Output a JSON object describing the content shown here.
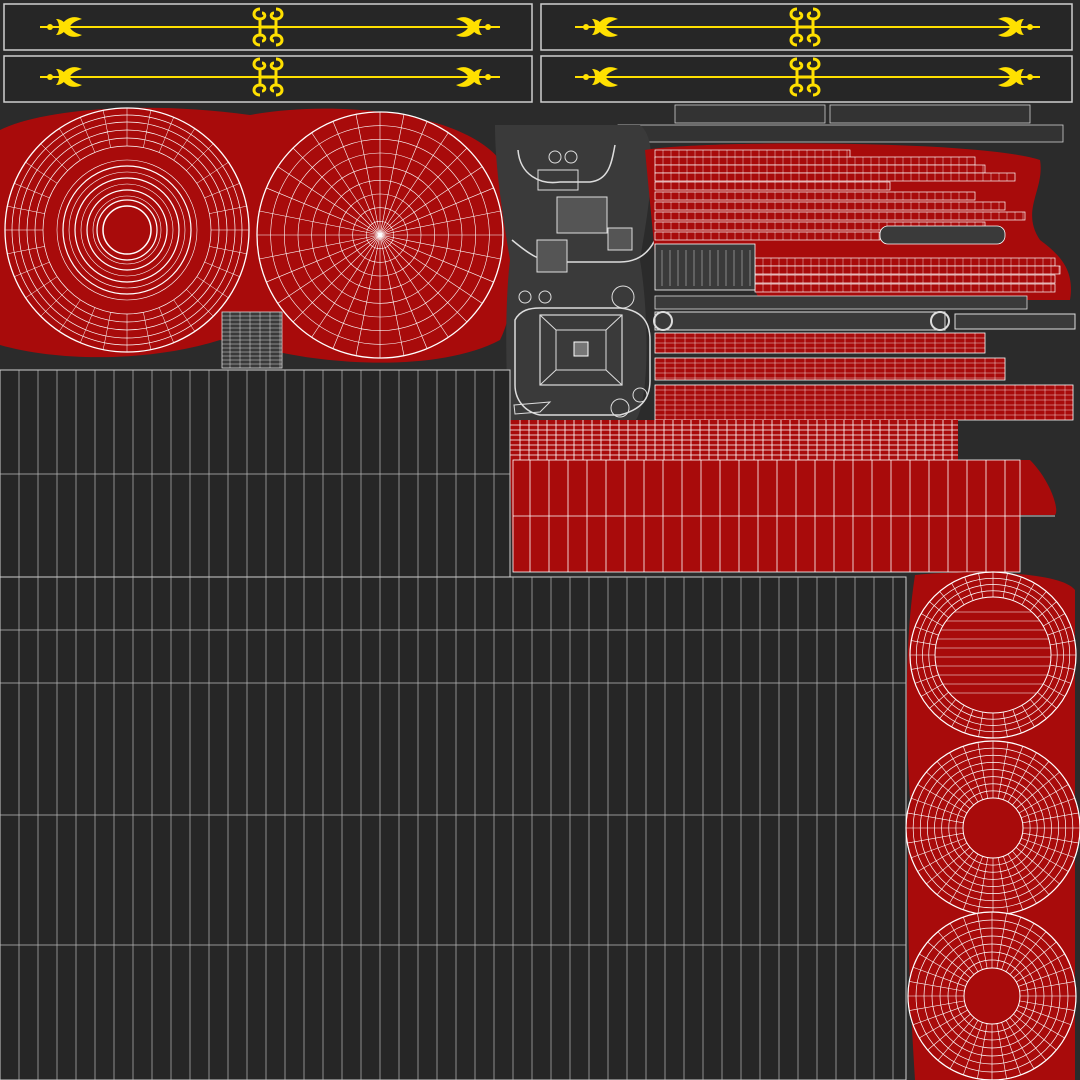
{
  "texture": {
    "kind": "uv-layout",
    "colors": {
      "background": "#2b2b2b",
      "fabric": "#a80b0b",
      "wire": "#ffffff",
      "ornament": "#ffe000",
      "panel": "#262626",
      "metal": "#3a3a3a"
    },
    "ornament_strips": [
      {
        "name": "strip-top-left"
      },
      {
        "name": "strip-top-right"
      },
      {
        "name": "strip-second-left"
      },
      {
        "name": "strip-second-right"
      }
    ],
    "discs": [
      {
        "name": "concentric-disc",
        "style": "rings"
      },
      {
        "name": "radial-disc",
        "style": "spokes"
      },
      {
        "name": "cylinder-disc-1",
        "style": "rings"
      },
      {
        "name": "cylinder-disc-2",
        "style": "ring"
      },
      {
        "name": "cylinder-disc-3",
        "style": "ring"
      }
    ],
    "icons": [
      "fleur-de-lis-icon",
      "scroll-ornament-icon"
    ]
  }
}
